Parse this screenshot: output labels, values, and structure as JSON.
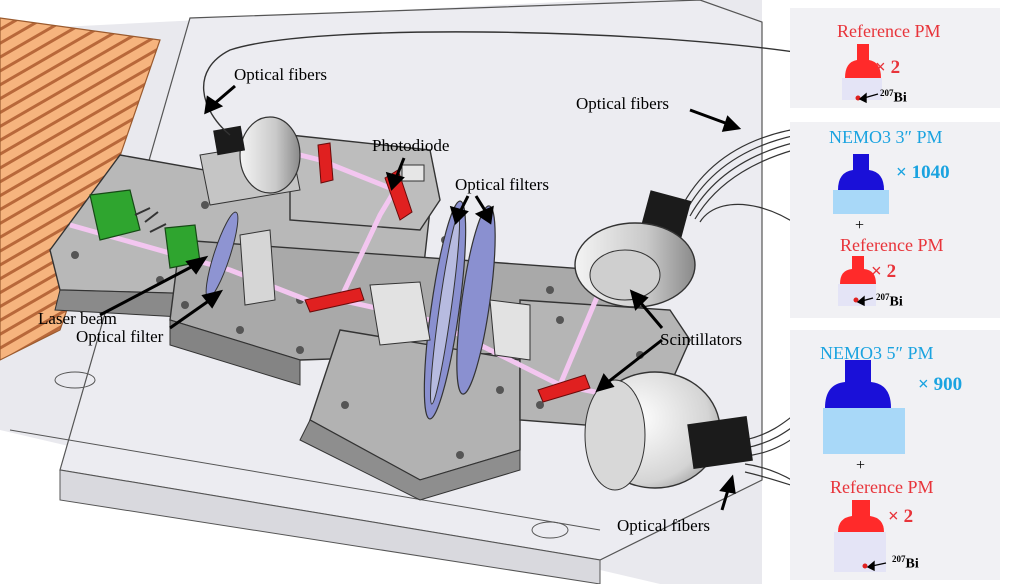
{
  "labels": {
    "optical_fibers_top_left": "Optical fibers",
    "optical_fibers_top_right": "Optical fibers",
    "optical_fibers_bottom": "Optical fibers",
    "photodiode": "Photodiode",
    "optical_filters": "Optical filters",
    "laser_beam": "Laser beam",
    "optical_filter": "Optical filter",
    "scintillators": "Scintillators"
  },
  "panels": {
    "reference": {
      "title": "Reference PM",
      "multiplier": "× 2",
      "source": "207",
      "source_element": "Bi"
    },
    "nemo3_3inch": {
      "title": "NEMO3  3″ PM",
      "multiplier": "× 1040",
      "plus": "+",
      "ref_title": "Reference PM",
      "ref_multiplier": "× 2",
      "source": "207",
      "source_element": "Bi"
    },
    "nemo3_5inch": {
      "title": "NEMO3  5″ PM",
      "multiplier": "× 900",
      "plus": "+",
      "ref_title": "Reference PM",
      "ref_multiplier": "× 2",
      "source": "207",
      "source_element": "Bi"
    }
  },
  "colors": {
    "reference_pm": "#ff2a2a",
    "nemo_pm": "#1a10d8",
    "scintillator_block": "#a8d8f8",
    "laser_beam": "#f3c6f0",
    "filter_red": "#e02020",
    "filter_blue": "#8a90d0",
    "filter_green": "#22a022",
    "table": "#a8a8a8",
    "heatsink": "#f0a070"
  }
}
